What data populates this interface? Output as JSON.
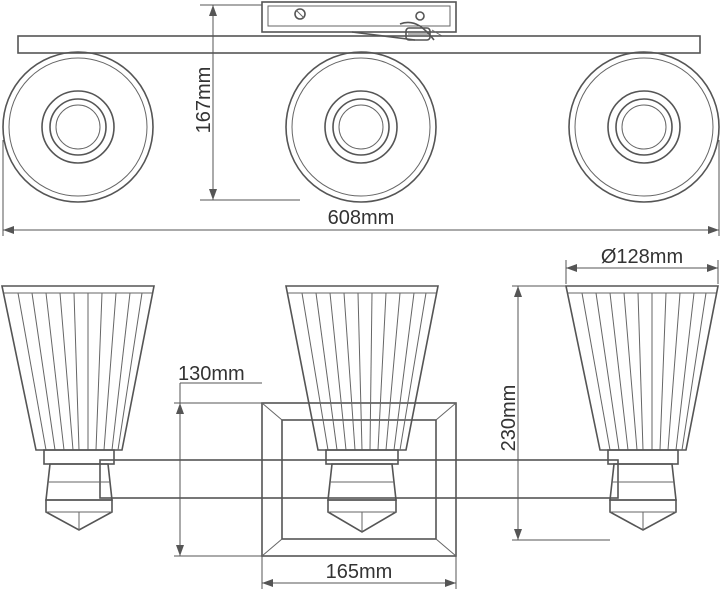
{
  "dimensions": {
    "height_top": "167mm",
    "overall_width": "608mm",
    "shade_diameter": "Ø128mm",
    "backplate_height": "130mm",
    "overall_height": "230mm",
    "backplate_width": "165mm"
  }
}
